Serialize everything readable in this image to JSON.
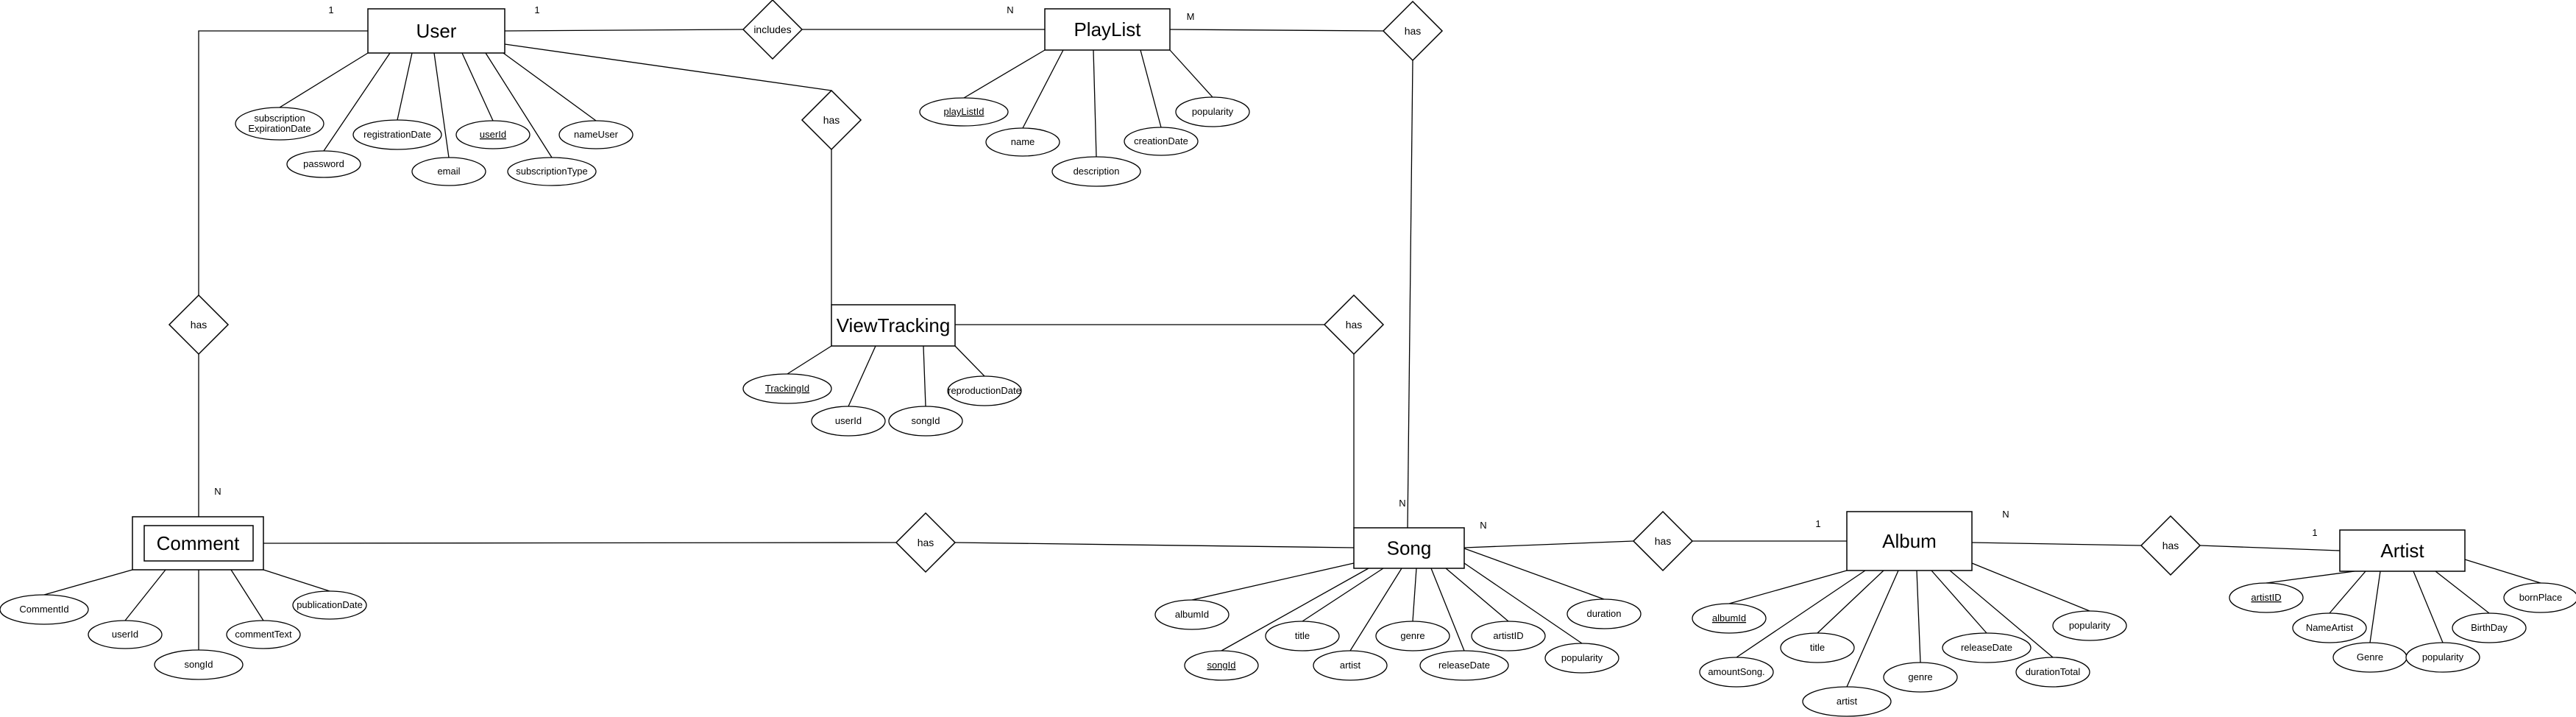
{
  "entities": [
    {
      "id": "user",
      "label": "User"
    },
    {
      "id": "playlist",
      "label": "PlayList"
    },
    {
      "id": "viewtracking",
      "label": "ViewTracking"
    },
    {
      "id": "comment",
      "label": "Comment",
      "weak": true
    },
    {
      "id": "song",
      "label": "Song"
    },
    {
      "id": "album",
      "label": "Album"
    },
    {
      "id": "artist",
      "label": "Artist"
    }
  ],
  "relationships": [
    {
      "id": "rel_includes",
      "label": "includes"
    },
    {
      "id": "rel_user_playlist_song",
      "label": "has"
    },
    {
      "id": "rel_user_viewtracking",
      "label": "has"
    },
    {
      "id": "rel_viewtracking_song",
      "label": "has"
    },
    {
      "id": "rel_user_comment",
      "label": "has"
    },
    {
      "id": "rel_comment_song",
      "label": "has"
    },
    {
      "id": "rel_song_album",
      "label": "has"
    },
    {
      "id": "rel_album_artist",
      "label": "has"
    }
  ],
  "attributes": [
    {
      "id": "u_subexp",
      "entity": "user",
      "lines": [
        "subscription",
        "ExpirationDate"
      ]
    },
    {
      "id": "u_password",
      "entity": "user",
      "lines": [
        "password"
      ]
    },
    {
      "id": "u_regdate",
      "entity": "user",
      "lines": [
        "registrationDate"
      ]
    },
    {
      "id": "u_email",
      "entity": "user",
      "lines": [
        "email"
      ]
    },
    {
      "id": "u_userid",
      "entity": "user",
      "lines": [
        "userId"
      ],
      "key": true
    },
    {
      "id": "u_subtype",
      "entity": "user",
      "lines": [
        "subscriptionType"
      ]
    },
    {
      "id": "u_name",
      "entity": "user",
      "lines": [
        "nameUser"
      ]
    },
    {
      "id": "p_id",
      "entity": "playlist",
      "lines": [
        "playListId"
      ],
      "key": true
    },
    {
      "id": "p_name",
      "entity": "playlist",
      "lines": [
        "name"
      ]
    },
    {
      "id": "p_desc",
      "entity": "playlist",
      "lines": [
        "description"
      ]
    },
    {
      "id": "p_cdate",
      "entity": "playlist",
      "lines": [
        "creationDate"
      ]
    },
    {
      "id": "p_pop",
      "entity": "playlist",
      "lines": [
        "popularity"
      ]
    },
    {
      "id": "v_id",
      "entity": "viewtracking",
      "lines": [
        "TrackingId"
      ],
      "key": true
    },
    {
      "id": "v_user",
      "entity": "viewtracking",
      "lines": [
        "userId"
      ]
    },
    {
      "id": "v_song",
      "entity": "viewtracking",
      "lines": [
        "songId"
      ]
    },
    {
      "id": "v_rdate",
      "entity": "viewtracking",
      "lines": [
        "reproductionDate"
      ]
    },
    {
      "id": "c_id",
      "entity": "comment",
      "lines": [
        "CommentId"
      ]
    },
    {
      "id": "c_user",
      "entity": "comment",
      "lines": [
        "userId"
      ]
    },
    {
      "id": "c_song",
      "entity": "comment",
      "lines": [
        "songId"
      ]
    },
    {
      "id": "c_text",
      "entity": "comment",
      "lines": [
        "commentText"
      ]
    },
    {
      "id": "c_pdate",
      "entity": "comment",
      "lines": [
        "publicationDate"
      ]
    },
    {
      "id": "s_album",
      "entity": "song",
      "lines": [
        "albumId"
      ]
    },
    {
      "id": "s_id",
      "entity": "song",
      "lines": [
        "songId"
      ],
      "key": true
    },
    {
      "id": "s_title",
      "entity": "song",
      "lines": [
        "title"
      ]
    },
    {
      "id": "s_artist",
      "entity": "song",
      "lines": [
        "artist"
      ]
    },
    {
      "id": "s_genre",
      "entity": "song",
      "lines": [
        "genre"
      ]
    },
    {
      "id": "s_rdate",
      "entity": "song",
      "lines": [
        "releaseDate"
      ]
    },
    {
      "id": "s_artistid",
      "entity": "song",
      "lines": [
        "artistID"
      ]
    },
    {
      "id": "s_pop",
      "entity": "song",
      "lines": [
        "popularity"
      ]
    },
    {
      "id": "s_dur",
      "entity": "song",
      "lines": [
        "duration"
      ]
    },
    {
      "id": "a_id",
      "entity": "album",
      "lines": [
        "albumId"
      ],
      "key": true
    },
    {
      "id": "a_amount",
      "entity": "album",
      "lines": [
        "amountSong."
      ]
    },
    {
      "id": "a_title",
      "entity": "album",
      "lines": [
        "title"
      ]
    },
    {
      "id": "a_artist",
      "entity": "album",
      "lines": [
        "artist"
      ]
    },
    {
      "id": "a_genre",
      "entity": "album",
      "lines": [
        "genre"
      ]
    },
    {
      "id": "a_rdate",
      "entity": "album",
      "lines": [
        "releaseDate"
      ]
    },
    {
      "id": "a_dur",
      "entity": "album",
      "lines": [
        "durationTotal"
      ]
    },
    {
      "id": "a_pop",
      "entity": "album",
      "lines": [
        "popularity"
      ]
    },
    {
      "id": "ar_id",
      "entity": "artist",
      "lines": [
        "artistID"
      ],
      "key": true
    },
    {
      "id": "ar_name",
      "entity": "artist",
      "lines": [
        "NameArtist"
      ]
    },
    {
      "id": "ar_genre",
      "entity": "artist",
      "lines": [
        "Genre"
      ]
    },
    {
      "id": "ar_pop",
      "entity": "artist",
      "lines": [
        "popularity"
      ]
    },
    {
      "id": "ar_bday",
      "entity": "artist",
      "lines": [
        "BirthDay"
      ]
    },
    {
      "id": "ar_bplace",
      "entity": "artist",
      "lines": [
        "bornPlace"
      ]
    }
  ],
  "cardinalities": [
    {
      "id": "card_user_comment",
      "text": "1"
    },
    {
      "id": "card_user_includes",
      "text": "1"
    },
    {
      "id": "card_includes_playlist",
      "text": "N"
    },
    {
      "id": "card_playlist_has",
      "text": "M"
    },
    {
      "id": "card_comment_has",
      "text": "N"
    },
    {
      "id": "card_has_song",
      "text": "N"
    },
    {
      "id": "card_song_album",
      "text": "N"
    },
    {
      "id": "card_has_album",
      "text": "1"
    },
    {
      "id": "card_album_artist",
      "text": "N"
    },
    {
      "id": "card_has_artist",
      "text": "1"
    }
  ]
}
